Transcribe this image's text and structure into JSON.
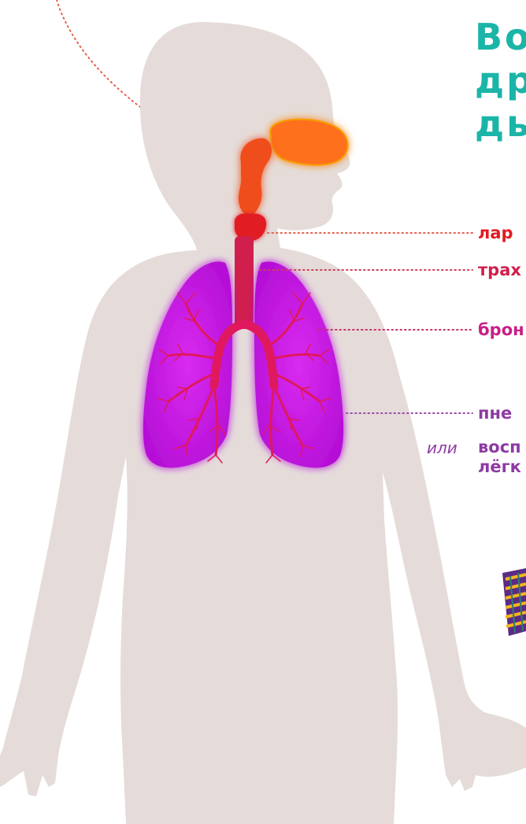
{
  "title": {
    "line1": "Во",
    "line2": "др",
    "line3": "дь"
  },
  "labels": {
    "larynx": "лар",
    "trachea": "трах",
    "bronchi": "брон",
    "pneumonia": "пне",
    "or_word": "или",
    "inflammation_line1": "восп",
    "inflammation_line2": "лёгк"
  },
  "colors": {
    "title": "#1bb5a8",
    "larynx": "#e11b22",
    "trachea": "#d01f4c",
    "bronchi": "#c81f86",
    "pneumonia": "#8e3aa3",
    "silhouette": "#e5dcda",
    "nasal_cavity": "#ff6f1a",
    "pharynx": "#f04e1b",
    "lungs": "#c219e0",
    "airways": "#e0185e"
  },
  "icons": {
    "book": "book-stamp-icon"
  }
}
